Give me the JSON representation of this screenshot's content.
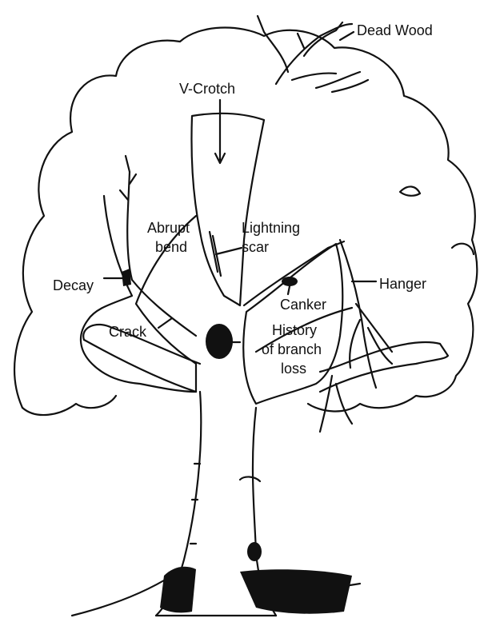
{
  "labels": {
    "dead_wood": "Dead Wood",
    "v_crotch": "V-Crotch",
    "abrupt_bend": [
      "Abrupt",
      "bend"
    ],
    "lightning_scar": [
      "Lightning",
      "scar"
    ],
    "decay": "Decay",
    "hanger": "Hanger",
    "canker": "Canker",
    "crack": "Crack",
    "history": [
      "History",
      "of branch",
      "loss"
    ]
  }
}
